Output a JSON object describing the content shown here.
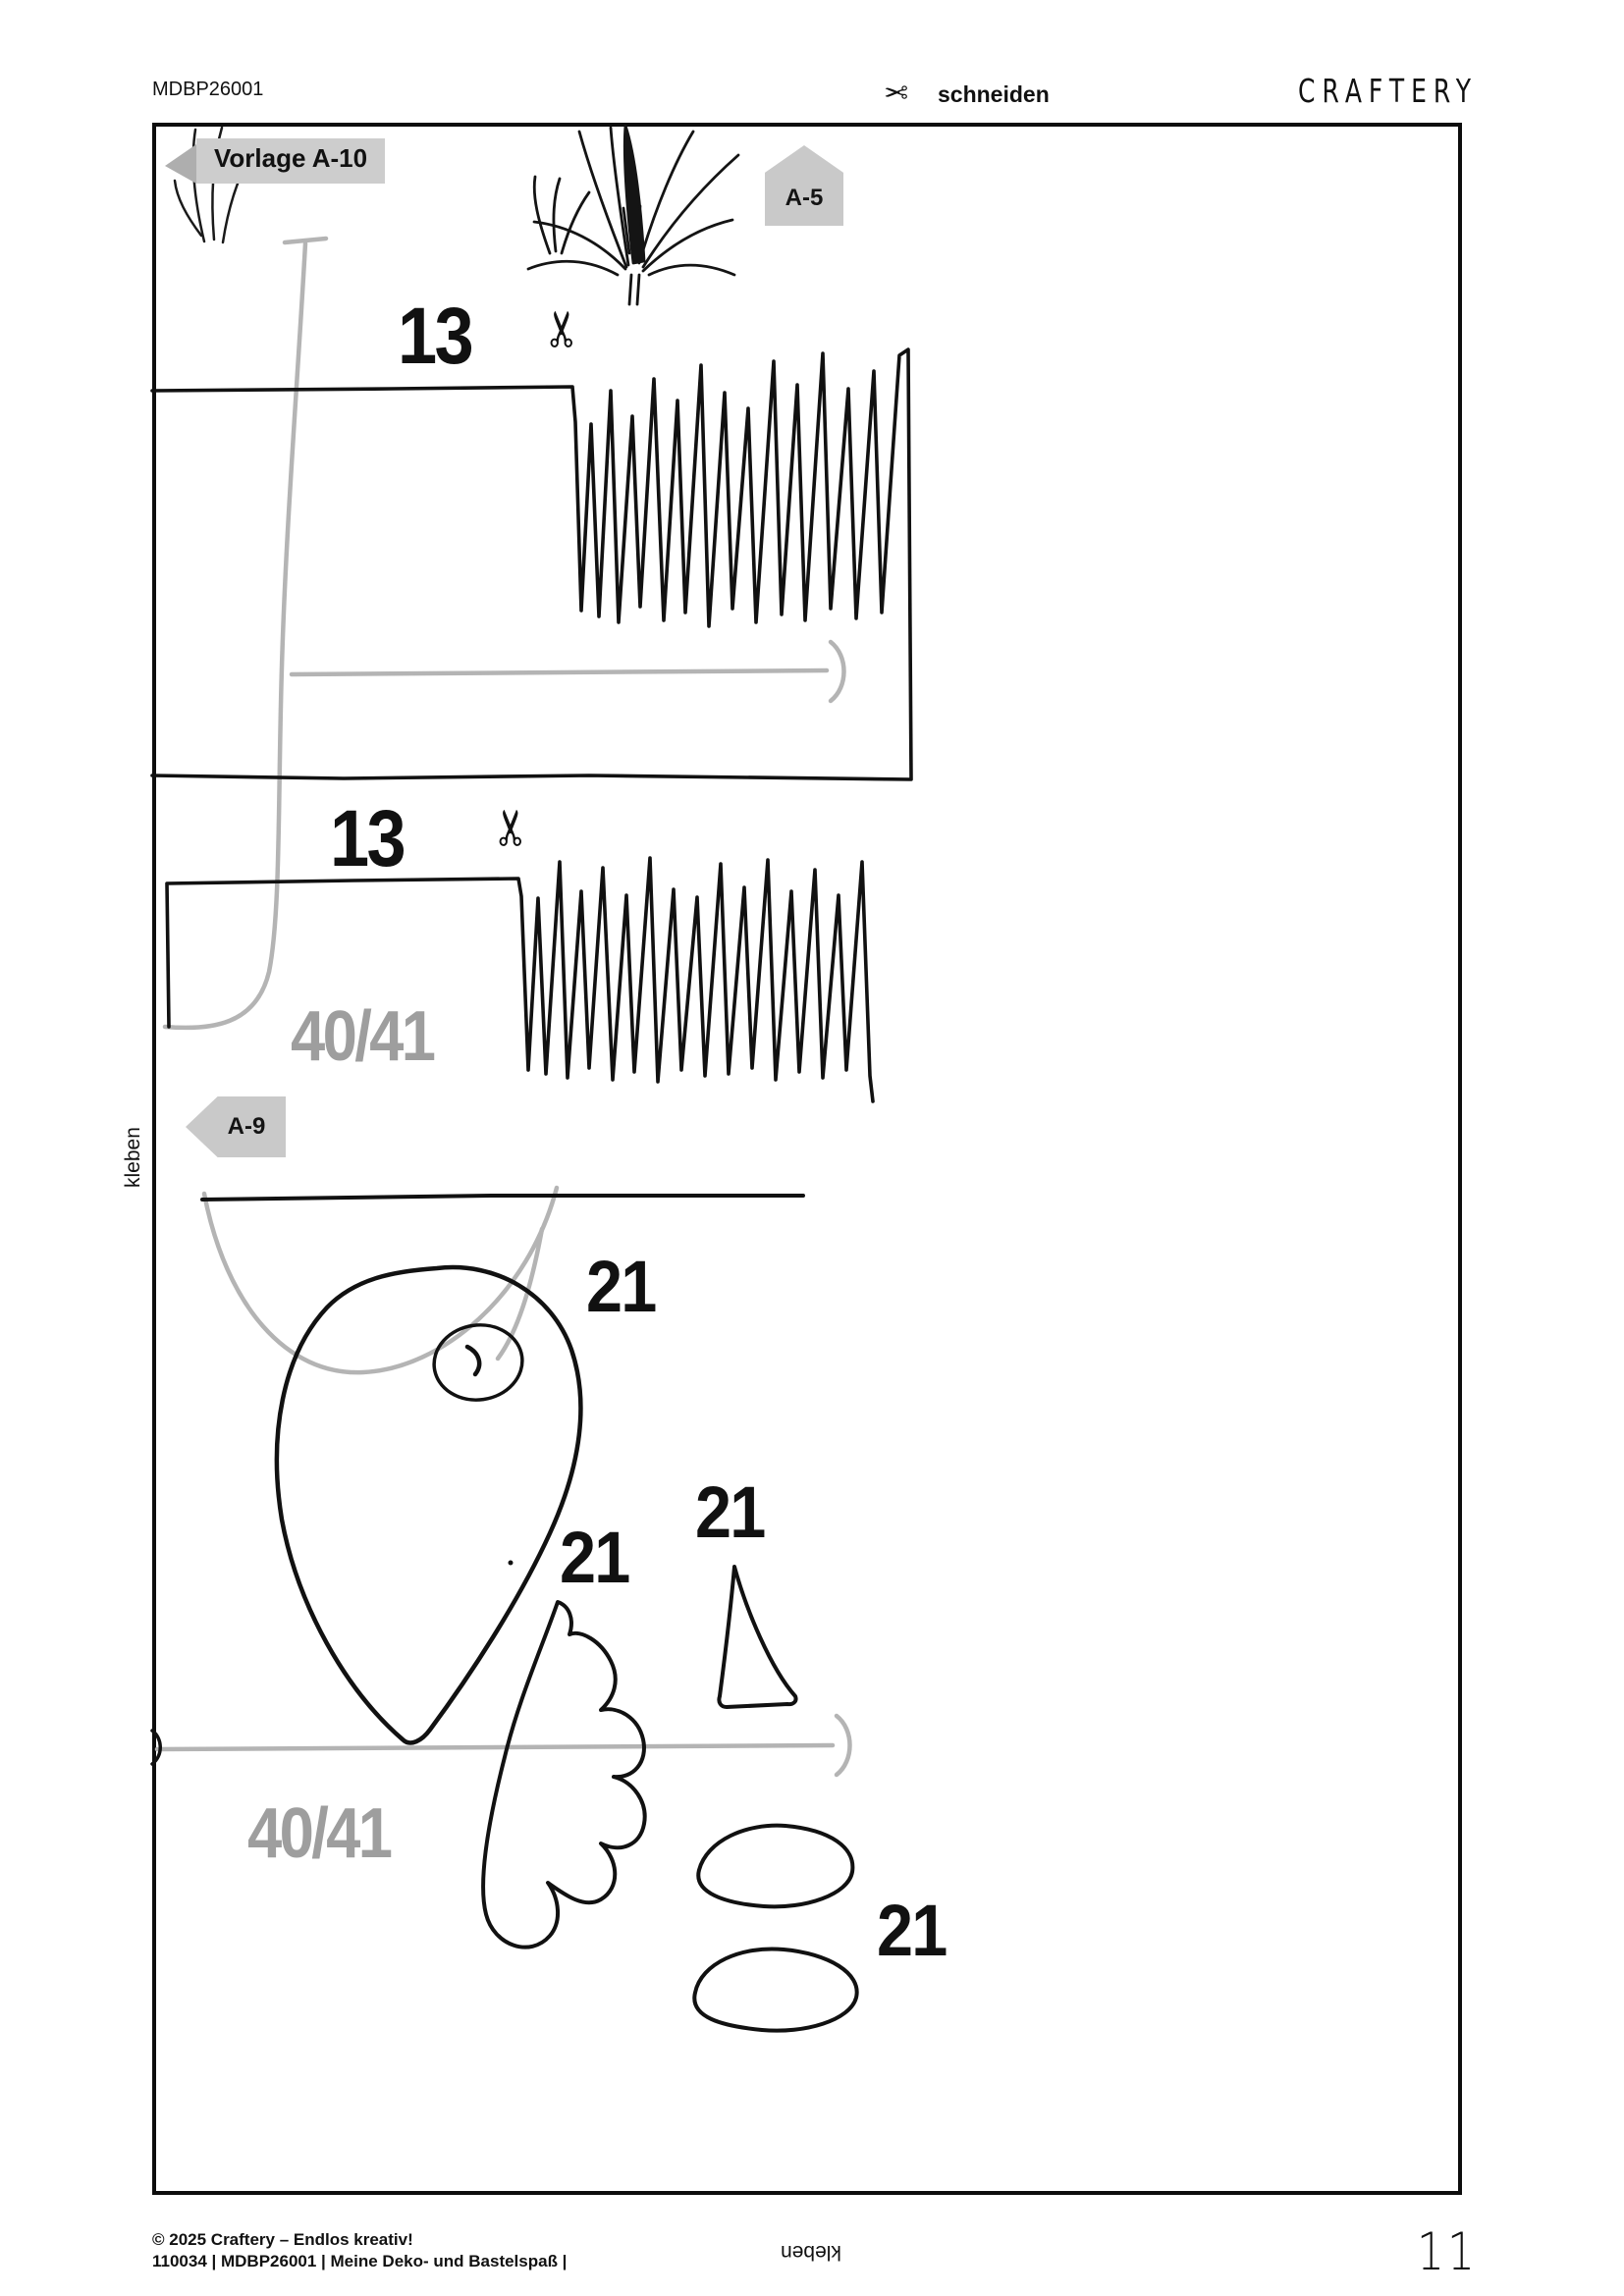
{
  "header": {
    "code": "MDBP26001",
    "cut_action": "schneiden",
    "brand": "CRAFTERY"
  },
  "icons": {
    "scissors": "✂"
  },
  "tags": {
    "vorlage": "Vorlage A-10",
    "a5": "A-5",
    "a9": "A-9"
  },
  "glue": {
    "left": "kleben",
    "bottom": "kleben"
  },
  "pieces": {
    "fringe_top": "13",
    "fringe_bottom": "13",
    "size_top": "40/41",
    "size_bottom": "40/41",
    "teardrop": "21",
    "triangle": "21",
    "wing": "21",
    "pills": "21"
  },
  "footer": {
    "copyright": "© 2025 Craftery – Endlos kreativ!",
    "product": "110034 | MDBP26001 | Meine Deko- und Bastelspaß |",
    "page_number": "11"
  },
  "colors": {
    "line_gray": "#b4b4b4",
    "tag_gray": "#c9c9c9",
    "tag_arrow_gray": "#aeaeae",
    "size_label_gray": "#9e9e9e"
  }
}
